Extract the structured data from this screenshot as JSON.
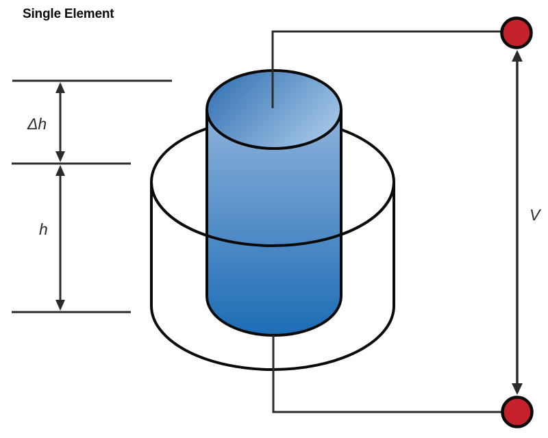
{
  "title": "Single Element",
  "labels": {
    "delta_h": "Δh",
    "h": "h",
    "voltage": "V"
  },
  "colors": {
    "background": "#ffffff",
    "line": "#2b2b2b",
    "outline": "#0a0a0a",
    "terminal-red": "#c4212a",
    "cap-dark": "#2d6cb1",
    "cap-light": "#9dc1e3",
    "body-light": "#8fb3db",
    "body-dark": "#1d6cb5"
  }
}
